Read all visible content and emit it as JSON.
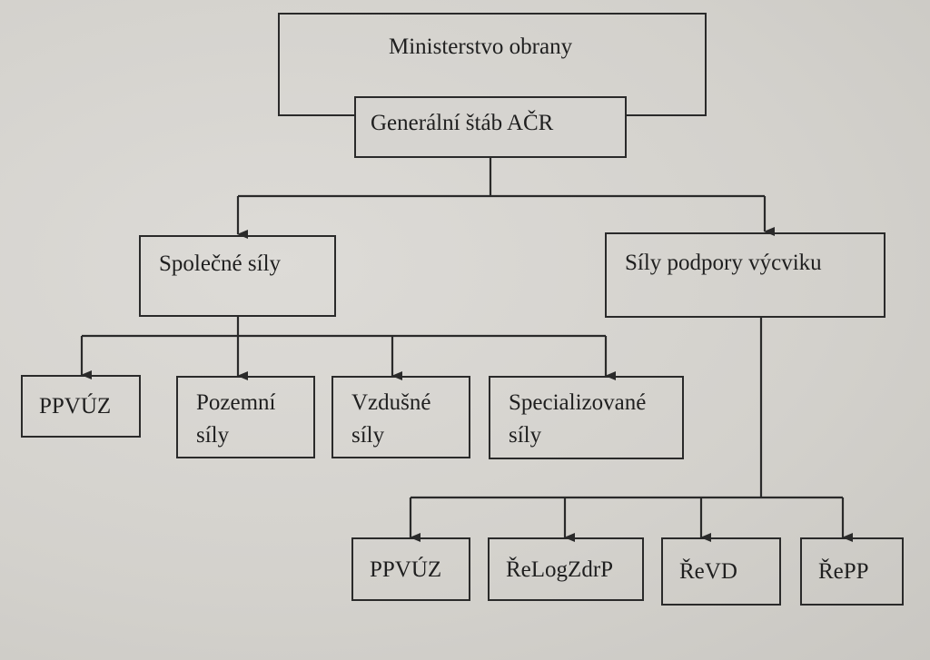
{
  "diagram": {
    "ministry": "Ministerstvo obrany",
    "general_staff": "Generální štáb AČR",
    "joint_forces": {
      "label": "Společné síly",
      "children": [
        {
          "line1": "PPVÚZ",
          "line2": ""
        },
        {
          "line1": "Pozemní",
          "line2": "síly"
        },
        {
          "line1": "Vzdušné",
          "line2": "síly"
        },
        {
          "line1": "Specializované",
          "line2": "síly"
        }
      ]
    },
    "training_support": {
      "label": "Síly podpory výcviku",
      "children": [
        "PPVÚZ",
        "ŘeLogZdrP",
        "ŘeVD",
        "ŘePP"
      ]
    }
  },
  "colors": {
    "line": "#2a2a2a",
    "paper": "#d6d4d0"
  }
}
